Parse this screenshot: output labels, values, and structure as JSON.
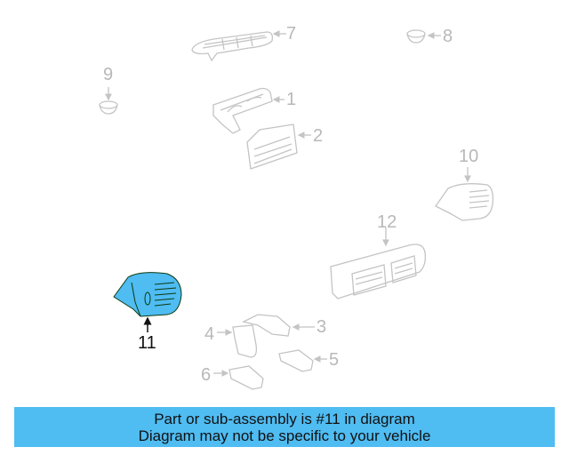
{
  "diagram": {
    "highlighted_part": "11",
    "highlight_color": "#4fbcf2",
    "line_color": "#c4c4c4",
    "callouts": [
      {
        "id": "1",
        "label": "1"
      },
      {
        "id": "2",
        "label": "2"
      },
      {
        "id": "3",
        "label": "3"
      },
      {
        "id": "4",
        "label": "4"
      },
      {
        "id": "5",
        "label": "5"
      },
      {
        "id": "6",
        "label": "6"
      },
      {
        "id": "7",
        "label": "7"
      },
      {
        "id": "8",
        "label": "8"
      },
      {
        "id": "9",
        "label": "9"
      },
      {
        "id": "10",
        "label": "10"
      },
      {
        "id": "11",
        "label": "11"
      },
      {
        "id": "12",
        "label": "12"
      }
    ]
  },
  "banner": {
    "line1": "Part or sub-assembly is #11 in diagram",
    "line2": "Diagram may not be specific to your vehicle",
    "background": "#4fbcf2"
  }
}
